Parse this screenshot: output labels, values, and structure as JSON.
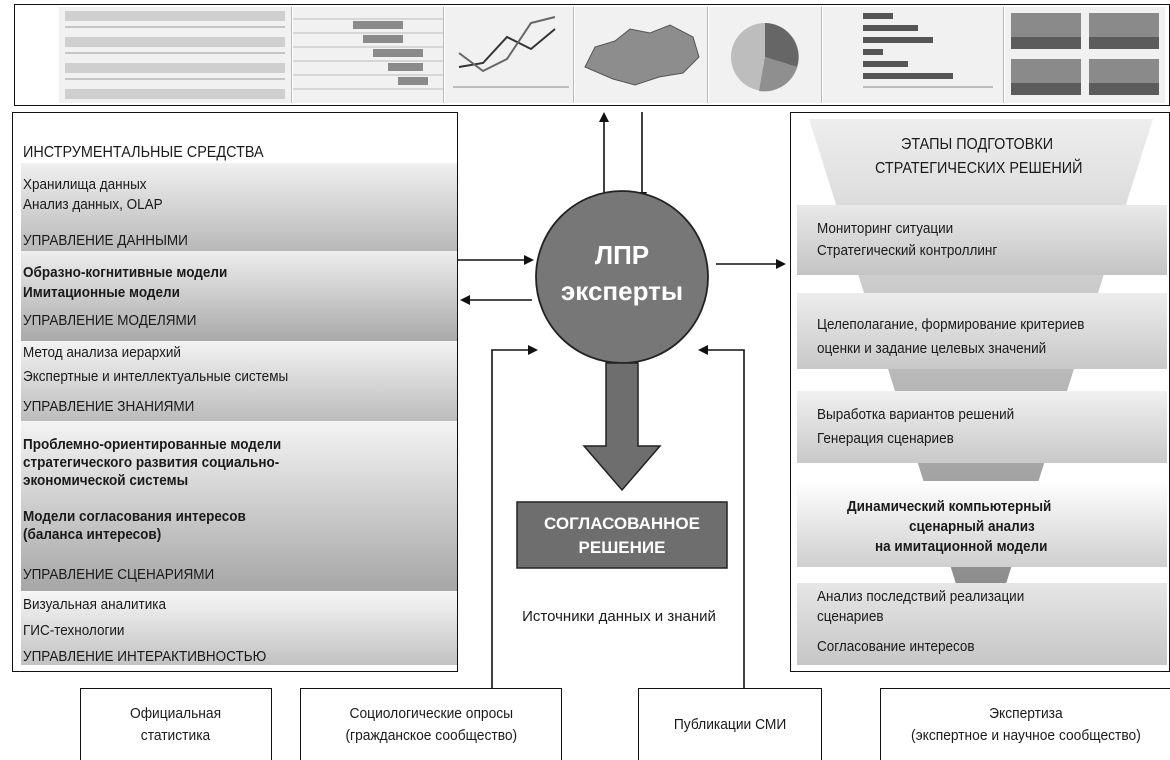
{
  "left_panel": {
    "title": "ИНСТРУМЕНТАЛЬНЫЕ СРЕДСТВА",
    "groups": [
      {
        "lines": [
          "Хранилища данных",
          "Анализ данных, OLAP"
        ],
        "bold": false,
        "category": "УПРАВЛЕНИЕ ДАННЫМИ"
      },
      {
        "lines": [
          "Образно-когнитивные модели",
          "Имитационные модели"
        ],
        "bold": true,
        "category": "УПРАВЛЕНИЕ МОДЕЛЯМИ"
      },
      {
        "lines": [
          "Метод анализа иерархий",
          "Экспертные и интеллектуальные системы"
        ],
        "bold": false,
        "category": "УПРАВЛЕНИЕ ЗНАНИЯМИ"
      },
      {
        "lines": [
          "Проблемно-ориентированные модели",
          "стратегического развития социально-",
          "экономической системы",
          "Модели согласования интересов",
          "(баланса интересов)"
        ],
        "bold": true,
        "category": "УПРАВЛЕНИЕ СЦЕНАРИЯМИ"
      },
      {
        "lines": [
          "Визуальная аналитика",
          "ГИС-технологии"
        ],
        "bold": false,
        "category": "УПРАВЛЕНИЕ ИНТЕРАКТИВНОСТЬЮ"
      }
    ]
  },
  "center": {
    "circle_line1": "ЛПР",
    "circle_line2": "эксперты",
    "decision_line1": "СОГЛАСОВАННОЕ",
    "decision_line2": "РЕШЕНИЕ",
    "sources_label": "Источники данных и знаний"
  },
  "right_panel": {
    "title_line1": "ЭТАПЫ ПОДГОТОВКИ",
    "title_line2": "СТРАТЕГИЧЕСКИХ РЕШЕНИЙ",
    "stages": [
      {
        "lines": [
          "Мониторинг ситуации",
          "Стратегический контроллинг"
        ],
        "bold": false
      },
      {
        "lines": [
          "Целеполагание, формирование критериев",
          "оценки и задание целевых значений"
        ],
        "bold": false
      },
      {
        "lines": [
          "Выработка вариантов решений",
          "Генерация сценариев"
        ],
        "bold": false
      },
      {
        "lines": [
          "Динамический компьютерный",
          "сценарный анализ",
          "на имитационной модели"
        ],
        "bold": true
      },
      {
        "lines": [
          "Анализ последствий реализации",
          "сценариев",
          "Согласование интересов"
        ],
        "bold": false
      }
    ]
  },
  "sources": [
    {
      "line1": "Официальная",
      "line2": "статистика"
    },
    {
      "line1": "Социологические опросы",
      "line2": "(гражданское сообщество)"
    },
    {
      "line1": "Публикации СМИ",
      "line2": ""
    },
    {
      "line1": "Экспертиза",
      "line2": "(экспертное и научное сообщество)"
    }
  ],
  "thumbnails": [
    "table-thumbnail",
    "gantt-thumbnail",
    "line-chart-thumbnail",
    "map-thumbnail",
    "pie-chart-thumbnail",
    "bar-chart-thumbnail",
    "photos-thumbnail"
  ],
  "colors": {
    "circle": "#777777",
    "decision_box": "#6e6e6e",
    "band_dark": "#a9a9a9",
    "band_light": "#eeeeee"
  }
}
